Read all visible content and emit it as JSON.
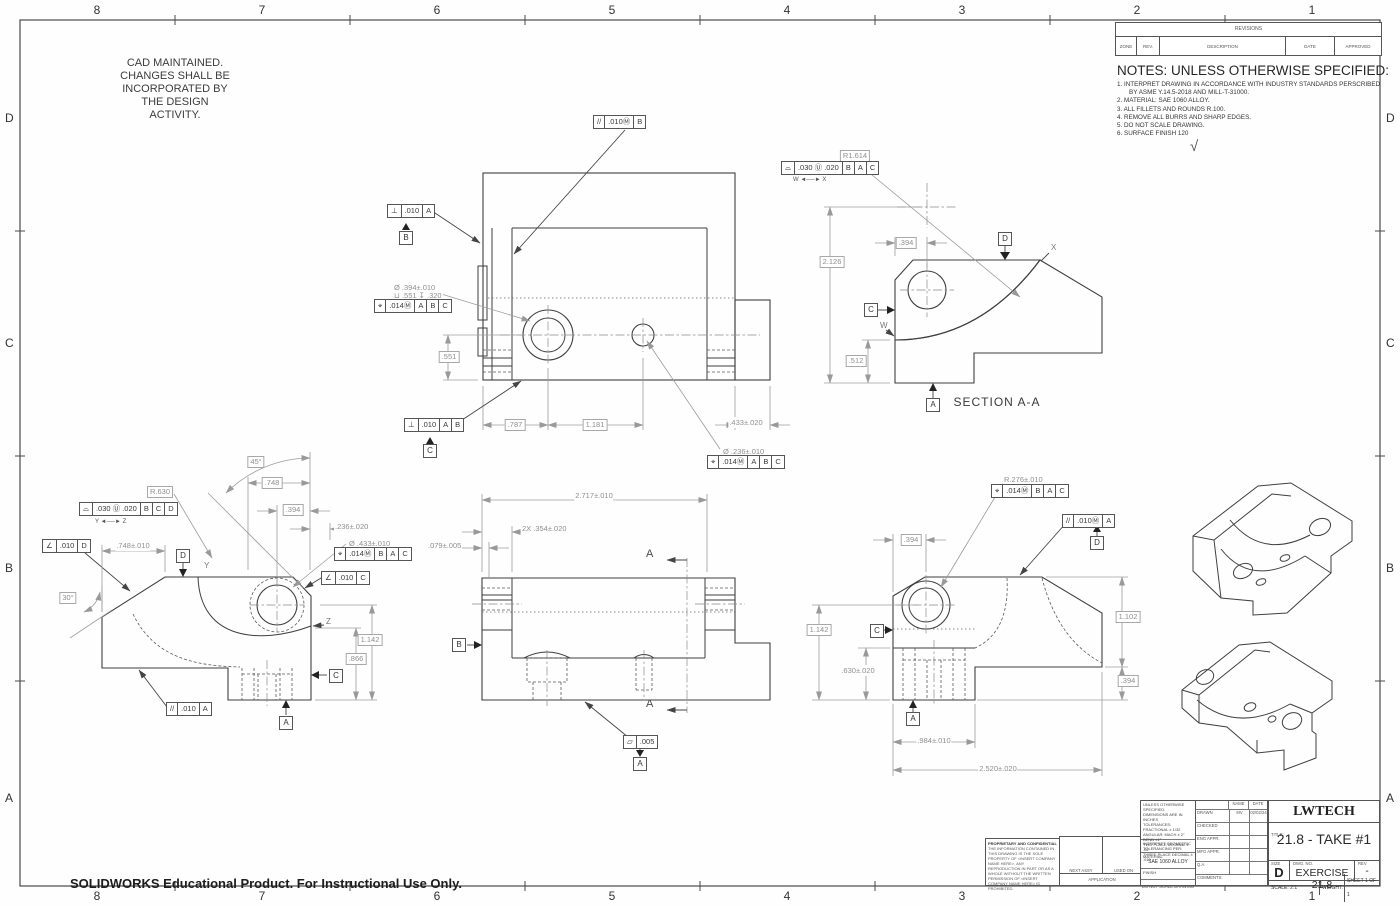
{
  "sheet": {
    "footer": "SOLIDWORKS Educational Product. For Instructional Use Only."
  },
  "zones": {
    "cols": [
      "8",
      "7",
      "6",
      "5",
      "4",
      "3",
      "2",
      "1"
    ],
    "rows": [
      "D",
      "C",
      "B",
      "A"
    ]
  },
  "cad_note": {
    "l0": "CAD MAINTAINED.",
    "l1": "CHANGES SHALL BE",
    "l2": "INCORPORATED BY",
    "l3": "THE DESIGN",
    "l4": "ACTIVITY."
  },
  "revisions": {
    "title": "REVISIONS",
    "h0": "ZONE",
    "h1": "REV.",
    "h2": "DESCRIPTION",
    "h3": "DATE",
    "h4": "APPROVED"
  },
  "notes": {
    "heading": "NOTES: UNLESS OTHERWISE SPECIFIED:",
    "items": [
      "1.   INTERPRET DRAWING IN ACCORDANCE WITH INDUSTRY STANDARDS PERSCRIBED BY ASME Y.14.5-2018 AND MILL-T-31000.",
      "2.   MATERIAL: SAE 1060 ALLOY.",
      "3.   ALL FILLETS AND ROUNDS R.100.",
      "4.   REMOVE ALL BURRS AND SHARP EDGES.",
      "5.   DO NOT SCALE DRAWING.",
      "6.   SURFACE FINISH 120"
    ],
    "finish_symbol": "√"
  },
  "ann": {
    "front": {
      "par_b": "//|.010Ⓜ|B",
      "perp_a": "⊥|.010|A",
      "flag_b": "B",
      "hole1_dia": "Ø .394±.010",
      "hole1_cb": "⊔ .551   ↧ .320",
      "hole1_pos": "⌖|.014Ⓜ|A|B|C",
      "perp_ab": "⊥|.010|A|B",
      "flag_c": "C",
      "hole2_dia": "Ø .236±.010",
      "hole2_pos": "⌖|.014Ⓜ|A|B|C",
      "d551": ".551",
      "d787": ".787",
      "d1181": "1.181",
      "d433": ".433±.020"
    },
    "section": {
      "r1614": "R1.614",
      "profile": "⌓|.030 Ⓤ .020|B|A|C",
      "wx": "W ◄──► X",
      "d2126": "2.126",
      "d394": ".394",
      "d512": ".512",
      "datum_d": "D",
      "datum_c": "C",
      "datum_a": "A",
      "w": "W",
      "x": "X",
      "label": "SECTION A-A"
    },
    "bl": {
      "profile": "⌓|.030 Ⓤ .020|B|C|D",
      "yz": "Y ◄──► Z",
      "r630": "R.630",
      "ang_d": "∠|.010|D",
      "d748t": ".748±.010",
      "d45": "45°",
      "d748": ".748",
      "d394": ".394",
      "d236": ".236±.020",
      "hole_dia": "Ø .433±.010",
      "hole_pos": "⌖|.014Ⓜ|B|A|C",
      "ang_c": "∠|.010|C",
      "datum_d": "D",
      "y": "Y",
      "z": "Z",
      "d30": "30°",
      "d1142": "1.142",
      "d866": ".866",
      "datum_c": "C",
      "datum_a": "A",
      "par_a": "//|.010|A"
    },
    "bm": {
      "d2717": "2.717±.010",
      "d354": "2X .354±.020",
      "d079": ".079±.005",
      "a_top": "A",
      "a_bot": "A",
      "datum_b": "B",
      "flat": "▱|.005",
      "flag_a": "A"
    },
    "br": {
      "hole_r": "R.276±.010",
      "hole_pos": "⌖|.014Ⓜ|B|A|C",
      "par_m_a": "//|.010Ⓜ|A",
      "flag_d": "D",
      "d394t": ".394",
      "d1142": "1.142",
      "datum_c": "C",
      "d630": ".630±.020",
      "d1102": "1.102",
      "d394b": ".394",
      "d984": ".984±.010",
      "d2520": "2.520±.020",
      "datum_a": "A"
    }
  },
  "title_block": {
    "company": "LWTECH",
    "title_label": "TITLE:",
    "title": "21.8 - TAKE #1",
    "size_label": "SIZE",
    "size": "D",
    "dwg_label": "DWG.  NO.",
    "dwg_no": "EXERCISE 21.8",
    "rev_label": "REV",
    "rev": "-",
    "scale": "SCALE: 2:1",
    "weight": "WEIGHT:",
    "sheet": "SHEET 1 OF 1",
    "tol0": "UNLESS OTHERWISE SPECIFIED:",
    "tol1": "DIMENSIONS ARE IN INCHES",
    "tol2": "TOLERANCES:",
    "tol3": "FRACTIONAL ± 1/32",
    "tol4": "ANGULAR: MACH ± 2°  BEND ±1°",
    "tol5": "TWO PLACE DECIMAL    ± .02",
    "tol6": "THREE PLACE DECIMAL  ± .010",
    "interpret0": "INTERPRET GEOMETRIC",
    "interpret1": "TOLERANCING PER:",
    "material_label": "MATERIAL",
    "material": "SAE 1060 ALLOY",
    "finish_label": "FINISH",
    "do_not_scale": "DO NOT SCALE DRAWING",
    "name_header": "NAME",
    "date_header": "DATE",
    "rows": [
      {
        "label": "DRAWN",
        "name": "MV",
        "date": "02/02/24"
      },
      {
        "label": "CHECKED",
        "name": "",
        "date": ""
      },
      {
        "label": "ENG APPR.",
        "name": "",
        "date": ""
      },
      {
        "label": "MFG APPR.",
        "name": "",
        "date": ""
      },
      {
        "label": "Q.A.",
        "name": "",
        "date": ""
      },
      {
        "label": "COMMENTS:",
        "name": "",
        "date": ""
      }
    ],
    "next_assy": "NEXT ASSY",
    "used_on": "USED ON",
    "application": "APPLICATION",
    "proprietary_title": "PROPRIETARY AND CONFIDENTIAL",
    "proprietary_body": "THE INFORMATION CONTAINED IN THIS DRAWING IS THE SOLE PROPERTY OF <INSERT COMPANY NAME HERE>. ANY REPRODUCTION IN PART OR AS A WHOLE WITHOUT THE WRITTEN PERMISSION OF <INSERT COMPANY NAME HERE> IS PROHIBITED."
  }
}
